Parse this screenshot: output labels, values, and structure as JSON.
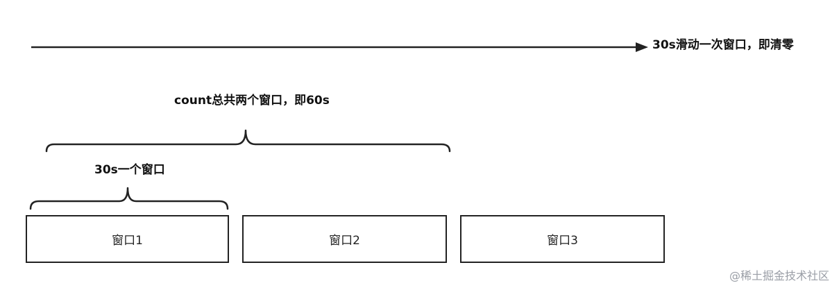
{
  "timeline": {
    "label": "30s滑动一次窗口，即清零"
  },
  "braces": {
    "total_label": "count总共两个窗口，即60s",
    "single_label": "30s一个窗口"
  },
  "windows": [
    {
      "label": "窗口1"
    },
    {
      "label": "窗口2"
    },
    {
      "label": "窗口3"
    }
  ],
  "watermark": {
    "text": "@稀土掘金技术社区"
  },
  "colors": {
    "stroke": "#222222",
    "text": "#111111",
    "watermark": "#9a9ea6"
  }
}
